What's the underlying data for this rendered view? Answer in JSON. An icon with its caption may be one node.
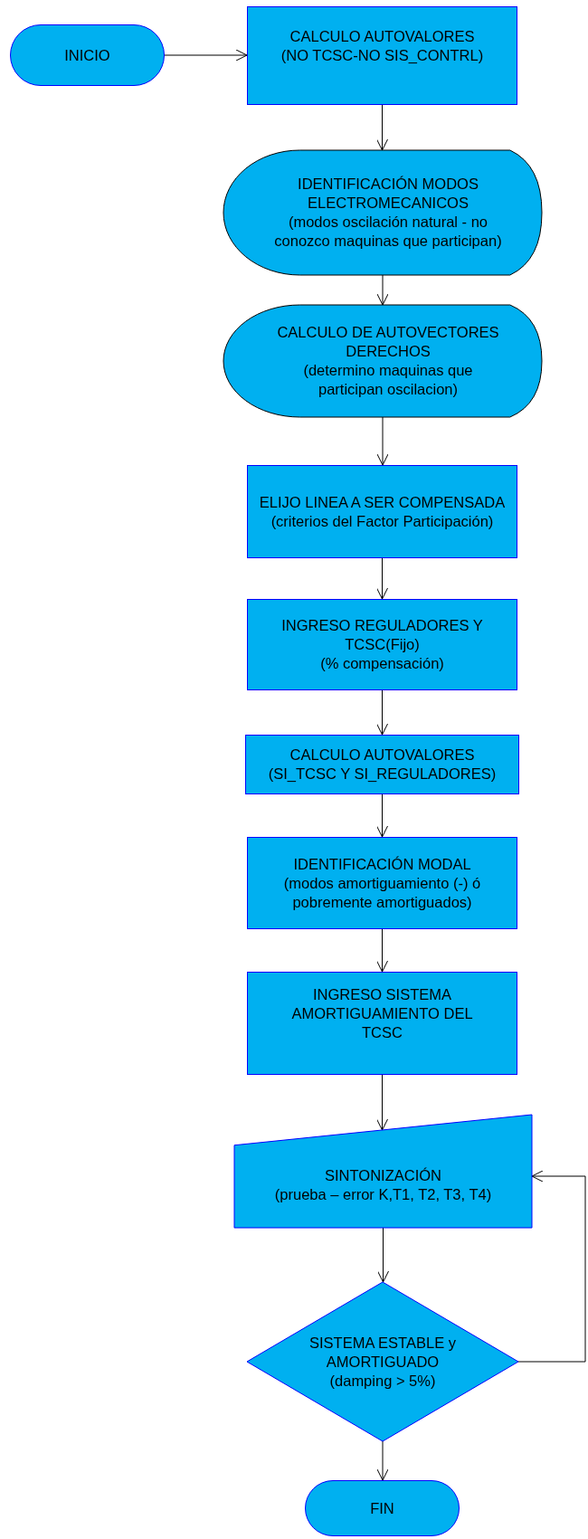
{
  "diagram": {
    "nodes": [
      {
        "text": [
          "INICIO"
        ]
      },
      {
        "text": [
          "CALCULO AUTOVALORES",
          "(NO TCSC-NO SIS_CONTRL)"
        ]
      },
      {
        "text": [
          "IDENTIFICACIÓN MODOS ELECTROMECANICOS",
          "(modos oscilación natural - no conozco maquinas que participan)"
        ]
      },
      {
        "text": [
          "CALCULO DE AUTOVECTORES DERECHOS",
          "(determino  maquinas que participan oscilacion)"
        ]
      },
      {
        "text": [
          "ELIJO LINEA A SER COMPENSADA",
          "(criterios del Factor Participación)"
        ]
      },
      {
        "text": [
          "INGRESO REGULADORES Y TCSC(Fijo)",
          "(% compensación)"
        ]
      },
      {
        "text": [
          "CALCULO AUTOVALORES",
          "(SI_TCSC Y SI_REGULADORES)"
        ]
      },
      {
        "text": [
          "IDENTIFICACIÓN MODAL",
          "(modos amortiguamiento (-) ó pobremente amortiguados)"
        ]
      },
      {
        "text": [
          "INGRESO SISTEMA AMORTIGUAMIENTO DEL TCSC"
        ]
      },
      {
        "text": [
          "SINTONIZACIÓN",
          "(prueba – error  K,T1, T2, T3, T4)"
        ]
      },
      {
        "text": [
          "SISTEMA ESTABLE y AMORTIGUADO",
          "(damping > 5%)"
        ]
      },
      {
        "text": [
          "FIN"
        ]
      }
    ],
    "edges": [
      {
        "from": 0,
        "to": 1,
        "arrow": "to"
      },
      {
        "from": 1,
        "to": 2,
        "arrow": "to"
      },
      {
        "from": 2,
        "to": 3,
        "arrow": "to"
      },
      {
        "from": 3,
        "to": 4,
        "arrow": "to"
      },
      {
        "from": 4,
        "to": 5,
        "arrow": "to"
      },
      {
        "from": 5,
        "to": 6,
        "arrow": "to"
      },
      {
        "from": 6,
        "to": 7,
        "arrow": "to"
      },
      {
        "from": 7,
        "to": 8,
        "arrow": "to"
      },
      {
        "from": 8,
        "to": 9,
        "arrow": "to"
      },
      {
        "from": 9,
        "to": 10,
        "arrow": "to"
      },
      {
        "from": 10,
        "to": 11,
        "arrow": "to"
      },
      {
        "from": 10,
        "to": 9,
        "arrow": "to"
      }
    ]
  }
}
